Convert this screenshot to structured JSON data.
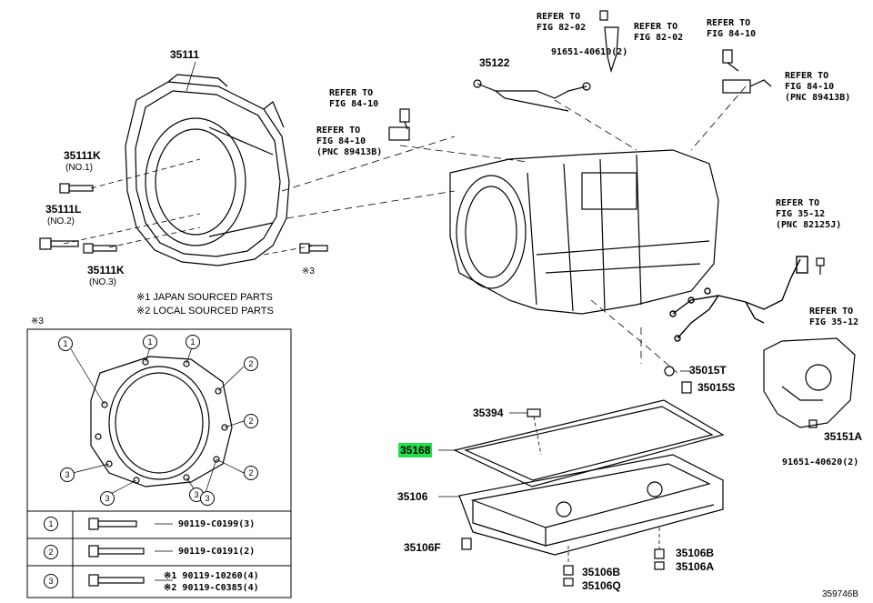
{
  "labels": {
    "p35111": "35111",
    "p35111k_1": "35111K",
    "no1": "(NO.1)",
    "p35111l": "35111L",
    "no2": "(NO.2)",
    "p35111k_3": "35111K",
    "no3": "(NO.3)",
    "mark3": "※3",
    "note1": "※1 JAPAN SOURCED PARTS",
    "note2": "※2 LOCAL SOURCED PARTS",
    "detail_mark": "※3",
    "p35122": "35122",
    "ref_a": "REFER TO\nFIG 82-02",
    "ref_b": "REFER TO\nFIG 82-02",
    "p91651_a": "91651-40610(2)",
    "ref_c": "REFER TO\nFIG 84-10",
    "ref_d": "REFER TO\nFIG 84-10\n(PNC 89413B)",
    "ref_e": "REFER TO\nFIG 84-10",
    "ref_f": "REFER TO\nFIG 84-10\n(PNC 89413B)",
    "ref_g": "REFER TO\nFIG 35-12\n(PNC 82125J)",
    "ref_h": "REFER TO\nFIG 35-12",
    "p35015t": "35015T",
    "p35015s": "35015S",
    "p35394": "35394",
    "p35168": "35168",
    "p35106": "35106",
    "p35106f": "35106F",
    "p35106b_a": "35106B",
    "p35106q": "35106Q",
    "p35106b_b": "35106B",
    "p35106a": "35106A",
    "p35151a": "35151A",
    "p91651_b": "91651-40620(2)",
    "fig_code": "359746B"
  },
  "detail_table": {
    "rows": [
      {
        "num": "1",
        "part": "90119-C0199(3)"
      },
      {
        "num": "2",
        "part": "90119-C0191(2)"
      },
      {
        "num": "3",
        "part_a": "※1 90119-10260(4)",
        "part_b": "※2 90119-C0385(4)"
      }
    ]
  },
  "detail_circles": [
    "1",
    "1",
    "1",
    "2",
    "2",
    "2",
    "3",
    "3",
    "3",
    "3"
  ],
  "colors": {
    "highlight": "#22e04a",
    "ink": "#000000"
  }
}
